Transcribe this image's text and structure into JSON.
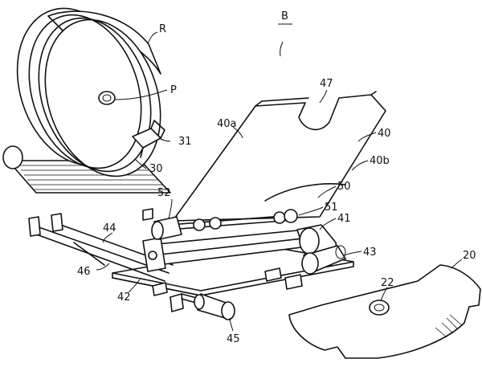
{
  "labels": {
    "R": "R",
    "P": "P",
    "B": "B",
    "n47": "47",
    "n40a": "40a",
    "n40": "40",
    "n40b": "40b",
    "n31": "31",
    "n30": "30",
    "n50": "50",
    "n51": "51",
    "n52": "52",
    "n41": "41",
    "n43": "43",
    "n44": "44",
    "n46": "46",
    "n42": "42",
    "n20": "20",
    "n22": "22",
    "n45": "45"
  }
}
